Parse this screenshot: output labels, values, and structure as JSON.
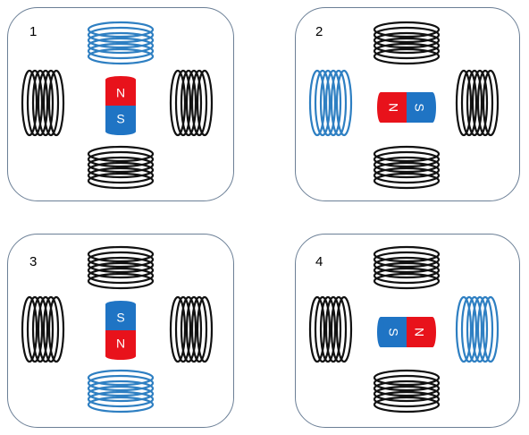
{
  "colors": {
    "active_coil": "#2e7fc2",
    "idle_coil": "#111111",
    "north": "#e8121b",
    "south": "#1f74c4",
    "panel_border": "#6b7f96"
  },
  "panels": [
    {
      "label": "1",
      "magnet": {
        "orientation": "vertical",
        "first_pole": "N",
        "second_pole": "S"
      },
      "active_coil": "top"
    },
    {
      "label": "2",
      "magnet": {
        "orientation": "horizontal",
        "first_pole": "N",
        "second_pole": "S"
      },
      "active_coil": "left"
    },
    {
      "label": "3",
      "magnet": {
        "orientation": "vertical",
        "first_pole": "S",
        "second_pole": "N"
      },
      "active_coil": "bottom"
    },
    {
      "label": "4",
      "magnet": {
        "orientation": "horizontal",
        "first_pole": "S",
        "second_pole": "N"
      },
      "active_coil": "right"
    }
  ]
}
